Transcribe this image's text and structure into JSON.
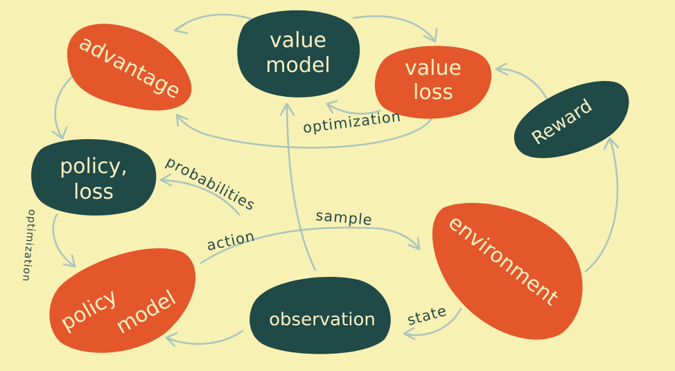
{
  "colors": {
    "background": "#f8f1b4",
    "orange_node": "#e3572a",
    "dark_node": "#1f4a47",
    "node_text": "#f8efc4",
    "edge_text": "#254a48",
    "arrow": "#a9c6bc"
  },
  "nodes": {
    "advantage": {
      "label": "advantage",
      "color": "orange"
    },
    "value_model": {
      "line1": "value",
      "line2": "model",
      "color": "dark"
    },
    "value_loss": {
      "line1": "value",
      "line2": "loss",
      "color": "orange"
    },
    "reward": {
      "label": "Reward",
      "color": "dark"
    },
    "policy_loss": {
      "line1": "policy,",
      "line2": "loss",
      "color": "dark"
    },
    "environment": {
      "label": "environment",
      "color": "orange"
    },
    "policy_model": {
      "line1": "policy",
      "line2": "model",
      "color": "orange"
    },
    "observation": {
      "label": "observation",
      "color": "dark"
    }
  },
  "edge_labels": {
    "optimization_top": "optimization",
    "probabilities": "probabilities",
    "action": "action",
    "sample": "sample",
    "optimization_left": "optimization",
    "state": "state"
  }
}
